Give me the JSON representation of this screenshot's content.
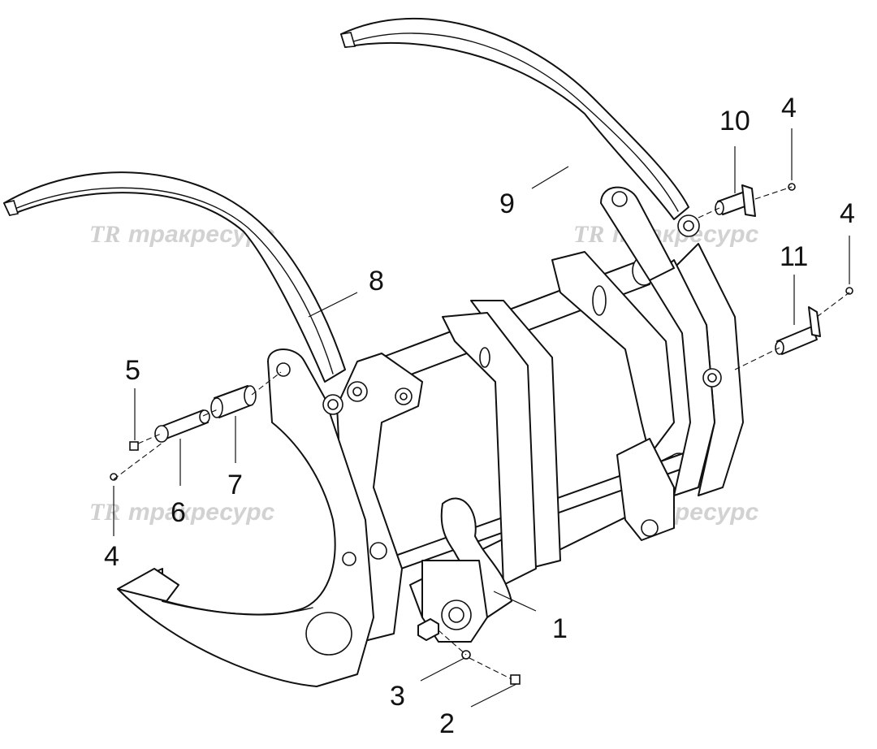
{
  "diagram": {
    "callouts": [
      {
        "id": "c1",
        "label": "1"
      },
      {
        "id": "c2",
        "label": "2"
      },
      {
        "id": "c3",
        "label": "3"
      },
      {
        "id": "c4a",
        "label": "4"
      },
      {
        "id": "c4b",
        "label": "4"
      },
      {
        "id": "c4c",
        "label": "4"
      },
      {
        "id": "c5",
        "label": "5"
      },
      {
        "id": "c6",
        "label": "6"
      },
      {
        "id": "c7",
        "label": "7"
      },
      {
        "id": "c8",
        "label": "8"
      },
      {
        "id": "c9",
        "label": "9"
      },
      {
        "id": "c10",
        "label": "10"
      },
      {
        "id": "c11",
        "label": "11"
      }
    ],
    "watermark": {
      "logo": "TR",
      "text": "тракресурс"
    },
    "colors": {
      "line": "#111111",
      "watermark": "#d2d2d2",
      "background": "#ffffff"
    }
  }
}
